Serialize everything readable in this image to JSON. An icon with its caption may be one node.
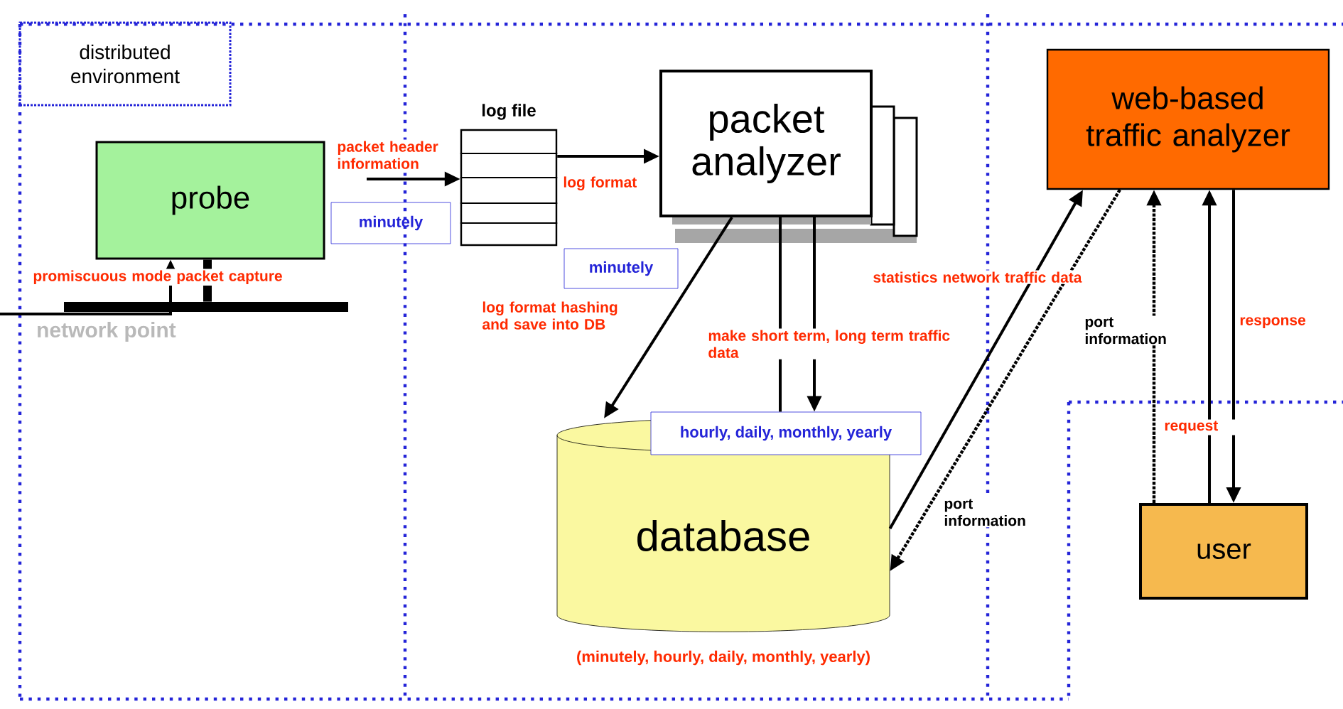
{
  "diagram": {
    "nodes": [
      {
        "text": [
          "distributed environment"
        ]
      },
      {
        "text": [
          "probe"
        ]
      },
      {
        "text": [
          "log file"
        ]
      },
      {
        "text": [
          "packet analyzer"
        ]
      },
      {
        "text": [
          "database"
        ],
        "beside": [
          "(minutely, hourly, daily, monthly, yearly)"
        ]
      },
      {
        "text": [
          "web-based traffic analyzer"
        ]
      },
      {
        "text": [
          "user"
        ]
      },
      {
        "text": [
          "minutely"
        ]
      },
      {
        "text": [
          "minutely"
        ]
      },
      {
        "text": [
          "hourly, daily, monthly, yearly"
        ]
      },
      {
        "text": [
          "network point"
        ]
      }
    ],
    "edges": [
      {
        "from": null,
        "to": 2,
        "arrow": "to",
        "label": "packet header information"
      },
      {
        "from": 2,
        "to": 3,
        "arrow": "to",
        "label": "log format"
      },
      {
        "from": 3,
        "to": 4,
        "arrow": "to",
        "label": "log format hashing and save into DB"
      },
      {
        "from": 3,
        "to": 9,
        "arrow": "none"
      },
      {
        "from": 3,
        "to": 9,
        "arrow": "to",
        "label": "make short term, long term traffic data"
      },
      {
        "from": 4,
        "to": 5,
        "arrow": "to",
        "label": "statistics network traffic data"
      },
      {
        "from": 5,
        "to": 4,
        "arrow": "to",
        "label": "port information",
        "style": "dashed"
      },
      {
        "from": 6,
        "to": 5,
        "arrow": "to",
        "label": "port information",
        "style": "dashed"
      },
      {
        "from": 6,
        "to": 5,
        "arrow": "to",
        "label": "request"
      },
      {
        "from": 5,
        "to": 6,
        "arrow": "to",
        "label": "response"
      },
      {
        "from": null,
        "to": 1,
        "arrow": "to",
        "label": "promiscuous mode packet capture"
      },
      {
        "from": 10,
        "to": 1,
        "arrow": "none",
        "style": "thick"
      }
    ]
  }
}
